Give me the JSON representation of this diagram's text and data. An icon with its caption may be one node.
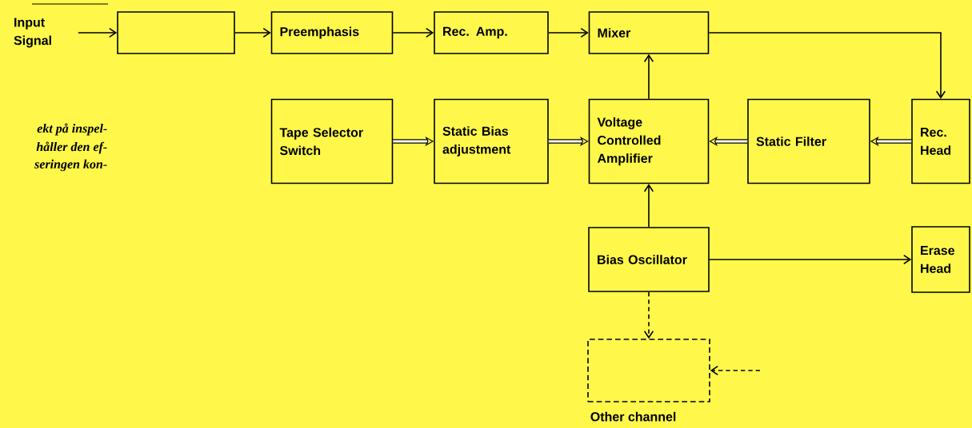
{
  "diagram": {
    "nodes": [
      {
        "text": [
          "Input Signal"
        ]
      },
      {
        "text": [],
        "shape": "box"
      },
      {
        "text": [
          "Preemphasis"
        ]
      },
      {
        "text": [
          "Rec. Amp."
        ]
      },
      {
        "text": [
          "Mixer"
        ]
      },
      {
        "text": [
          "Tape Selector Switch"
        ]
      },
      {
        "text": [
          "Static Bias adjustment"
        ]
      },
      {
        "text": [
          "Voltage Controlled Amplifier"
        ]
      },
      {
        "text": [
          "Static Filter"
        ]
      },
      {
        "text": [
          "Rec. Head"
        ]
      },
      {
        "text": [
          "Bias Oscillator"
        ]
      },
      {
        "text": [
          "Erase Head"
        ]
      },
      {
        "text": [],
        "shape": "box",
        "beside": [
          "Other channel"
        ]
      }
    ],
    "edges": [
      {
        "from": 0,
        "to": 1,
        "arrow": "to"
      },
      {
        "from": 1,
        "to": 2,
        "arrow": "to"
      },
      {
        "from": 2,
        "to": 3,
        "arrow": "to"
      },
      {
        "from": 3,
        "to": 4,
        "arrow": "to"
      },
      {
        "from": 4,
        "to": 9,
        "arrow": "to"
      },
      {
        "from": 5,
        "to": 6,
        "arrow": "to",
        "style": "thick"
      },
      {
        "from": 6,
        "to": 7,
        "arrow": "to",
        "style": "thick"
      },
      {
        "from": 8,
        "to": 7,
        "arrow": "to",
        "style": "thick"
      },
      {
        "from": 9,
        "to": 8,
        "arrow": "to",
        "style": "thick"
      },
      {
        "from": 7,
        "to": 4,
        "arrow": "to"
      },
      {
        "from": 10,
        "to": 7,
        "arrow": "to"
      },
      {
        "from": 10,
        "to": 11,
        "arrow": "to"
      },
      {
        "from": 10,
        "to": 12,
        "arrow": "to",
        "style": "dashed"
      },
      {
        "from": null,
        "to": 12,
        "arrow": "to",
        "style": "dashed"
      }
    ],
    "labels": [
      "ekt på inspel-",
      "håller den ef-",
      "seringen kon-"
    ]
  }
}
